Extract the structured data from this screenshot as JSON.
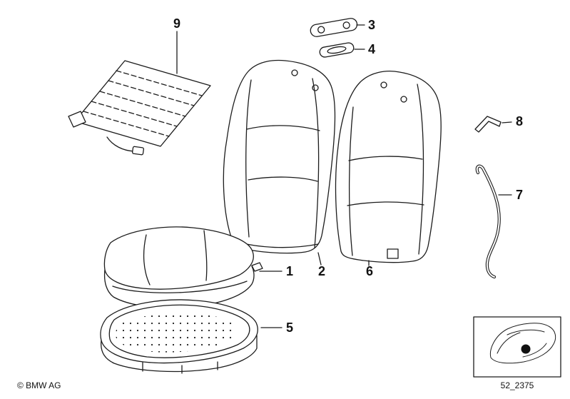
{
  "page": {
    "background": "#ffffff",
    "line_color": "#1c1c1c"
  },
  "callouts": [
    {
      "id": "9",
      "label": "9"
    },
    {
      "id": "3",
      "label": "3"
    },
    {
      "id": "4",
      "label": "4"
    },
    {
      "id": "8",
      "label": "8"
    },
    {
      "id": "7",
      "label": "7"
    },
    {
      "id": "1",
      "label": "1"
    },
    {
      "id": "2",
      "label": "2"
    },
    {
      "id": "6",
      "label": "6"
    },
    {
      "id": "5",
      "label": "5"
    }
  ],
  "footer": {
    "copyright": "© BMW AG",
    "diagram_code": "52_2375"
  }
}
